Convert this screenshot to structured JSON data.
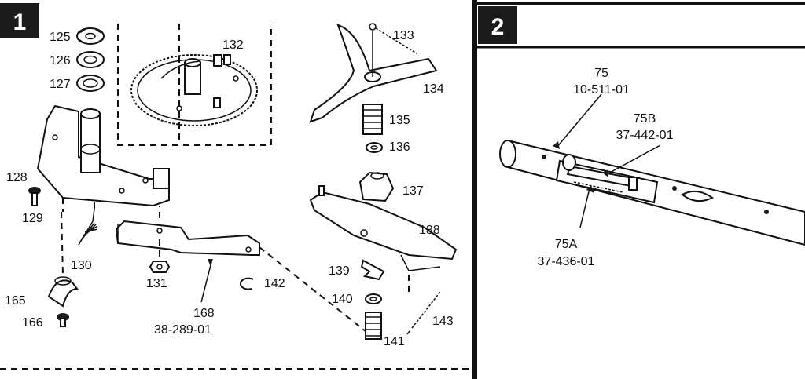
{
  "panels": [
    {
      "id": "panel-1",
      "number": "1"
    },
    {
      "id": "panel-2",
      "number": "2"
    }
  ],
  "callouts": {
    "p125": "125",
    "p126": "126",
    "p127": "127",
    "p128": "128",
    "p129": "129",
    "p130": "130",
    "p131": "131",
    "p132": "132",
    "p133": "133",
    "p134": "134",
    "p135": "135",
    "p136": "136",
    "p137": "137",
    "p138": "138",
    "p139": "139",
    "p140": "140",
    "p141": "141",
    "p142": "142",
    "p143": "143",
    "p165": "165",
    "p166": "166",
    "p168": "168",
    "p168_num": "38-289-01",
    "p75": "75",
    "p75_num": "10-511-01",
    "p75b": "75B",
    "p75b_num": "37-442-01",
    "p75a": "75A",
    "p75a_num": "37-436-01"
  },
  "colors": {
    "ink": "#111111",
    "paper": "#ffffff",
    "badge": "#1a1a1a"
  }
}
